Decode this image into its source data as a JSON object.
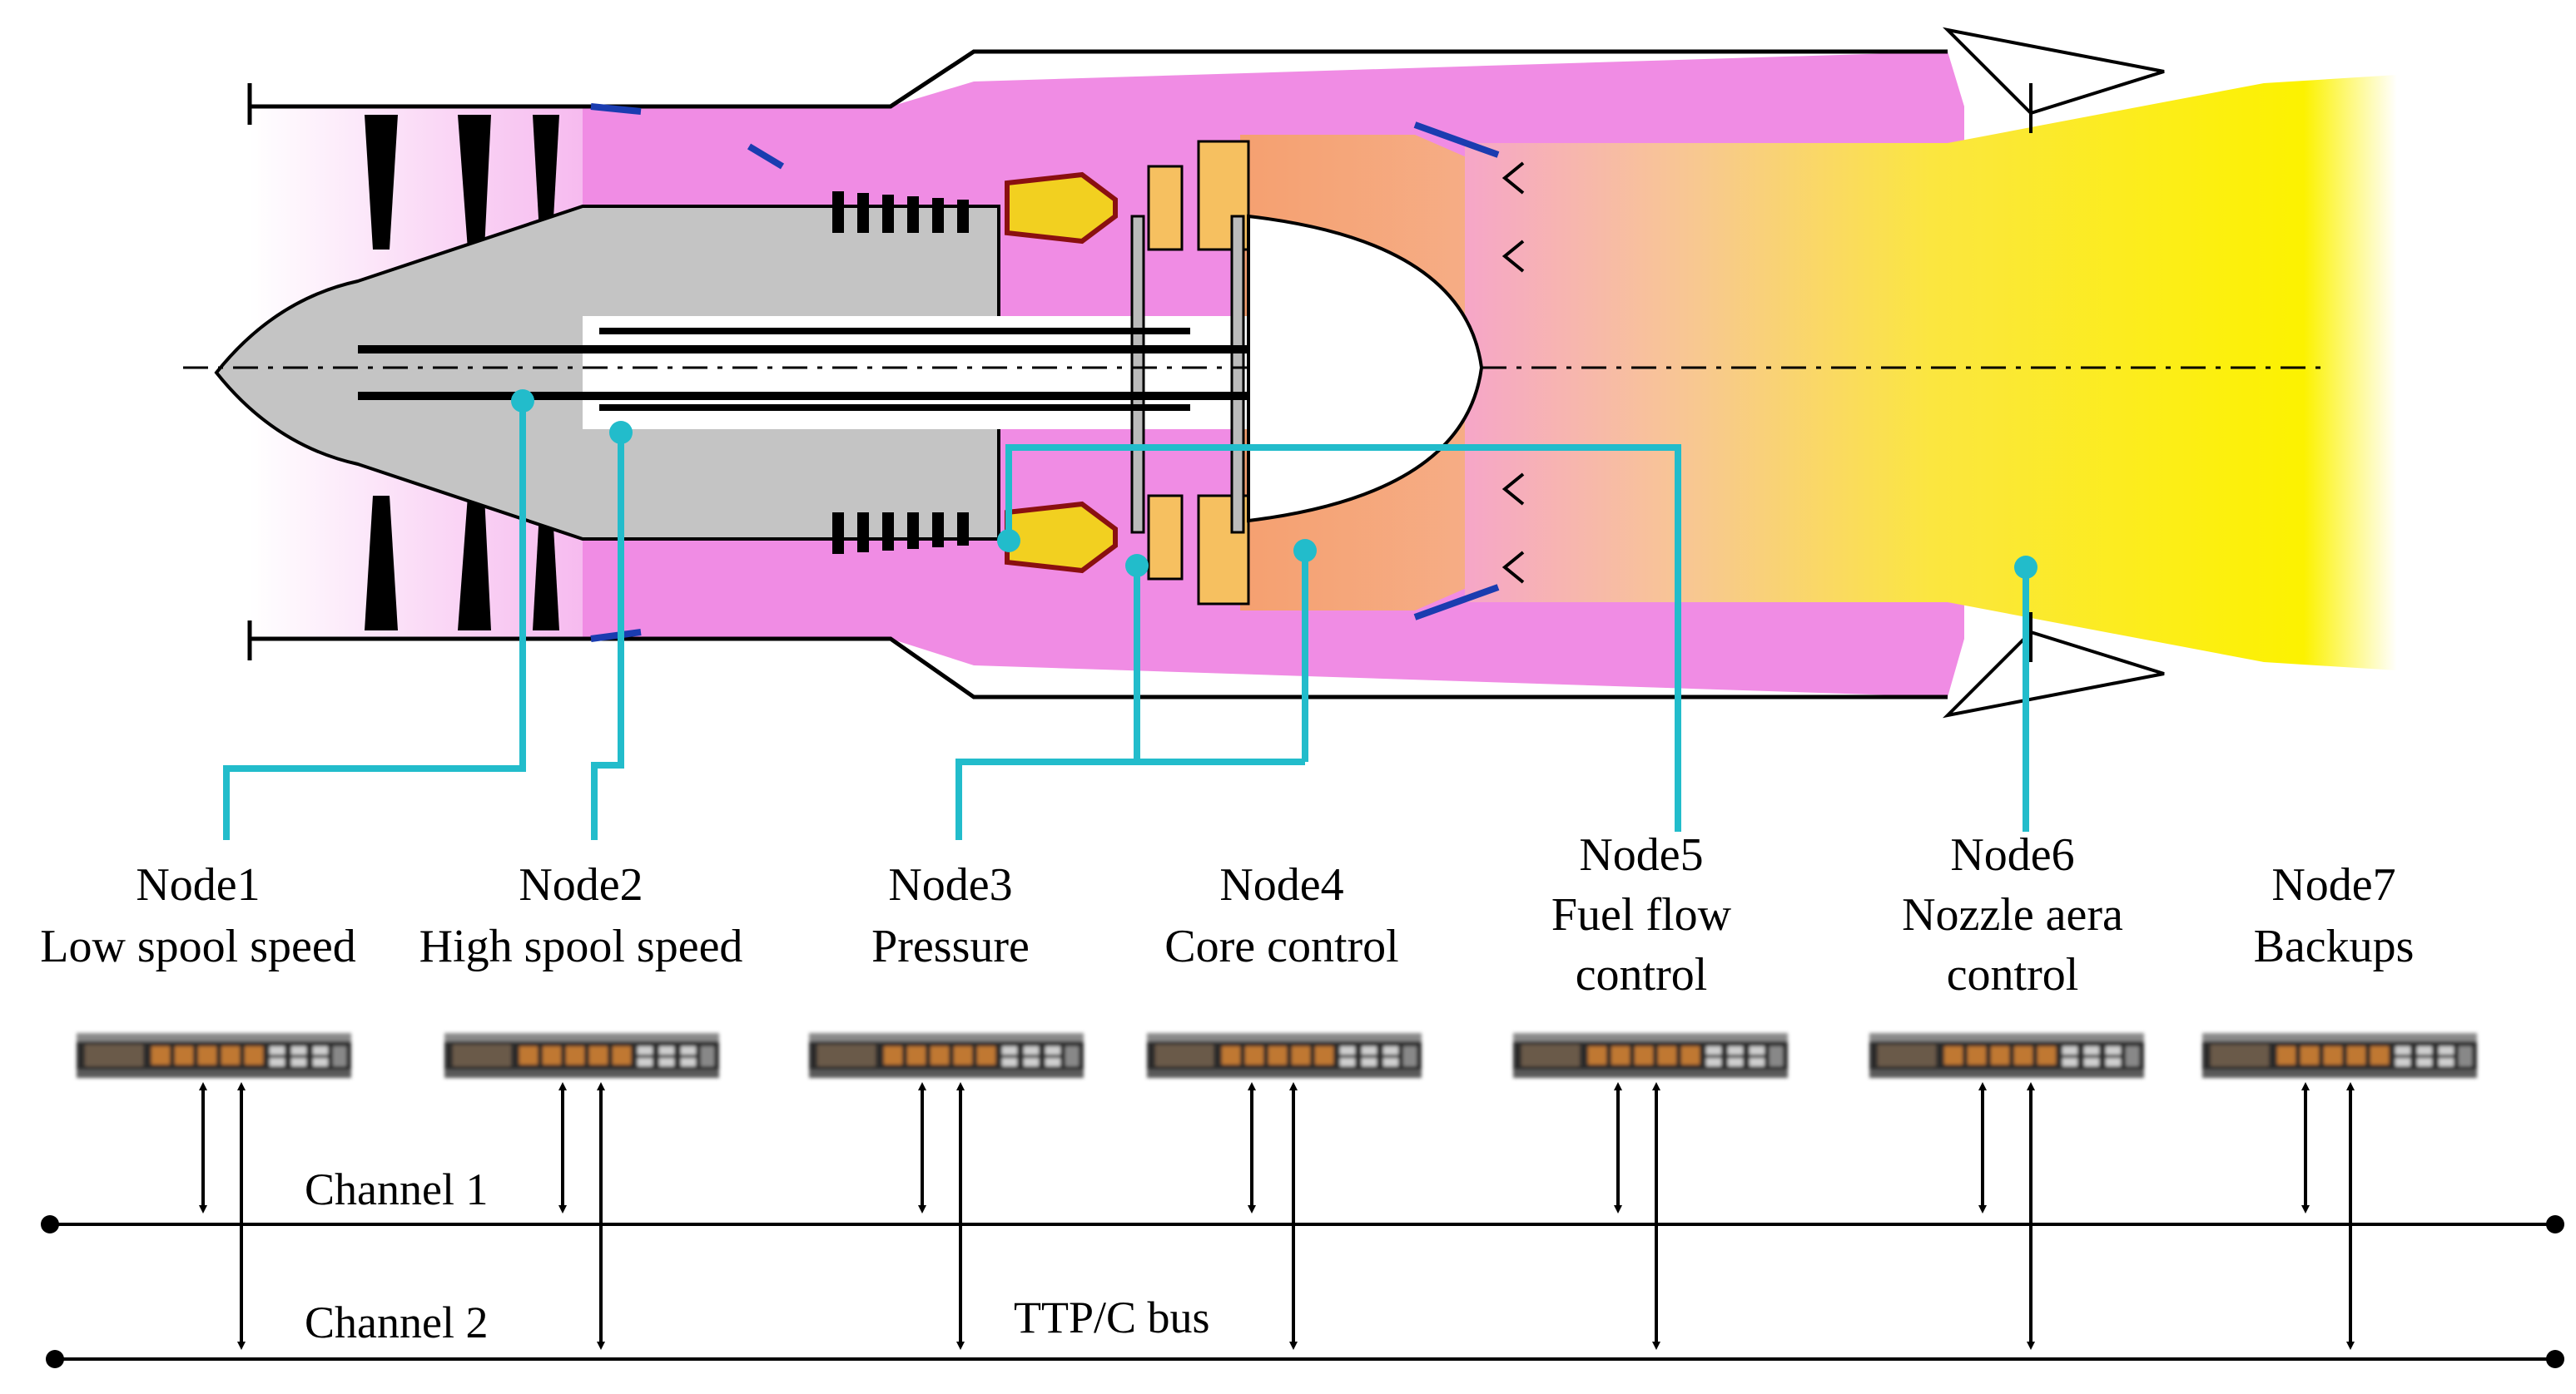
{
  "nodes": [
    {
      "id": "Node1",
      "function": "Low spool speed"
    },
    {
      "id": "Node2",
      "function": "High spool speed"
    },
    {
      "id": "Node3",
      "function": "Pressure"
    },
    {
      "id": "Node4",
      "function": "Core control"
    },
    {
      "id": "Node5",
      "function_lines": [
        "Fuel flow",
        "control"
      ]
    },
    {
      "id": "Node6",
      "function_lines": [
        "Nozzle aera",
        "control"
      ]
    },
    {
      "id": "Node7",
      "function": "Backups"
    }
  ],
  "bus": {
    "channel1": "Channel 1",
    "channel2": "Channel 2",
    "name": "TTP/C bus"
  },
  "colors": {
    "sensor_line": "#22bccb",
    "fan_blades": "#000000",
    "spool_gray": "#c4c4c4",
    "bypass_pink": "#f080e0",
    "combustor_yellow": "#f2d020",
    "exhaust_orange": "#f5a878",
    "plume_yellow": "#fbf000",
    "nozzle_blue": "#1a3cb0"
  }
}
